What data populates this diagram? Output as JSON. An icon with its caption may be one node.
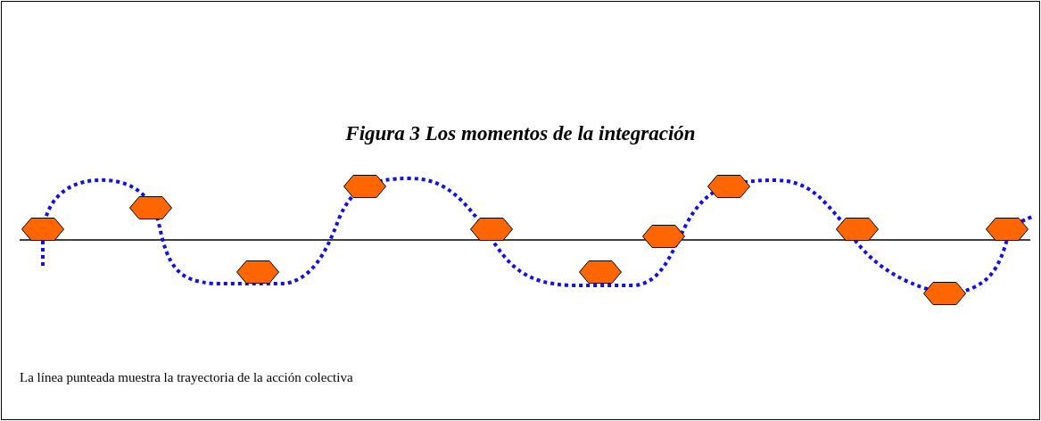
{
  "diagram": {
    "title": "Figura 3 Los momentos de la integración",
    "caption": "La línea punteada muestra la trayectoria de la acción colectiva",
    "nodes": [
      {
        "text": [],
        "shape": "hexagon"
      },
      {
        "text": [],
        "shape": "hexagon"
      },
      {
        "text": [],
        "shape": "hexagon"
      },
      {
        "text": [],
        "shape": "hexagon"
      },
      {
        "text": [],
        "shape": "hexagon"
      },
      {
        "text": [],
        "shape": "hexagon"
      },
      {
        "text": [],
        "shape": "hexagon"
      },
      {
        "text": [],
        "shape": "hexagon"
      },
      {
        "text": [],
        "shape": "hexagon"
      },
      {
        "text": [],
        "shape": "hexagon"
      },
      {
        "text": [],
        "shape": "hexagon"
      }
    ],
    "edges": []
  }
}
